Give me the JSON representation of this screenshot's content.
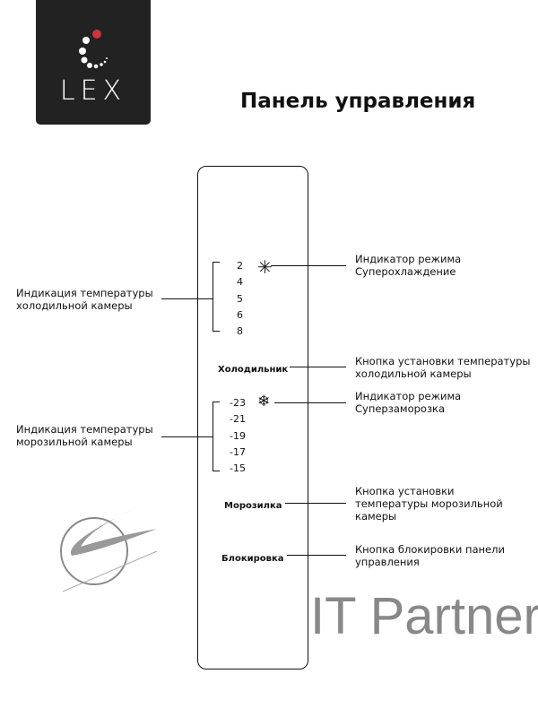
{
  "logo": {
    "text": "LEX",
    "accent": "#c8373c"
  },
  "title": "Панель управления",
  "watermark": "IT Partner",
  "fridge_scale": [
    "2",
    "4",
    "5",
    "6",
    "8"
  ],
  "freezer_scale": [
    "-23",
    "-21",
    "-19",
    "-17",
    "-15"
  ],
  "buttons": {
    "fridge": "Холодильник",
    "freezer": "Морозилка",
    "lock": "Блокировка"
  },
  "labels": {
    "fridge_temp": [
      "Индикация температуры",
      "холодильной камеры"
    ],
    "freezer_temp": [
      "Индикация температуры",
      "морозильной камеры"
    ],
    "supercool": [
      "Индикатор режима",
      "Суперохлаждение"
    ],
    "fridge_btn": [
      "Кнопка установки температуры",
      "холодильной камеры"
    ],
    "superfreeze": [
      "Индикатор режима",
      "Суперзаморозка"
    ],
    "freezer_btn": [
      "Кнопка установки",
      "температуры морозильной",
      "камеры"
    ],
    "lock_btn": [
      "Кнопка блокировки панели",
      "управления"
    ]
  }
}
